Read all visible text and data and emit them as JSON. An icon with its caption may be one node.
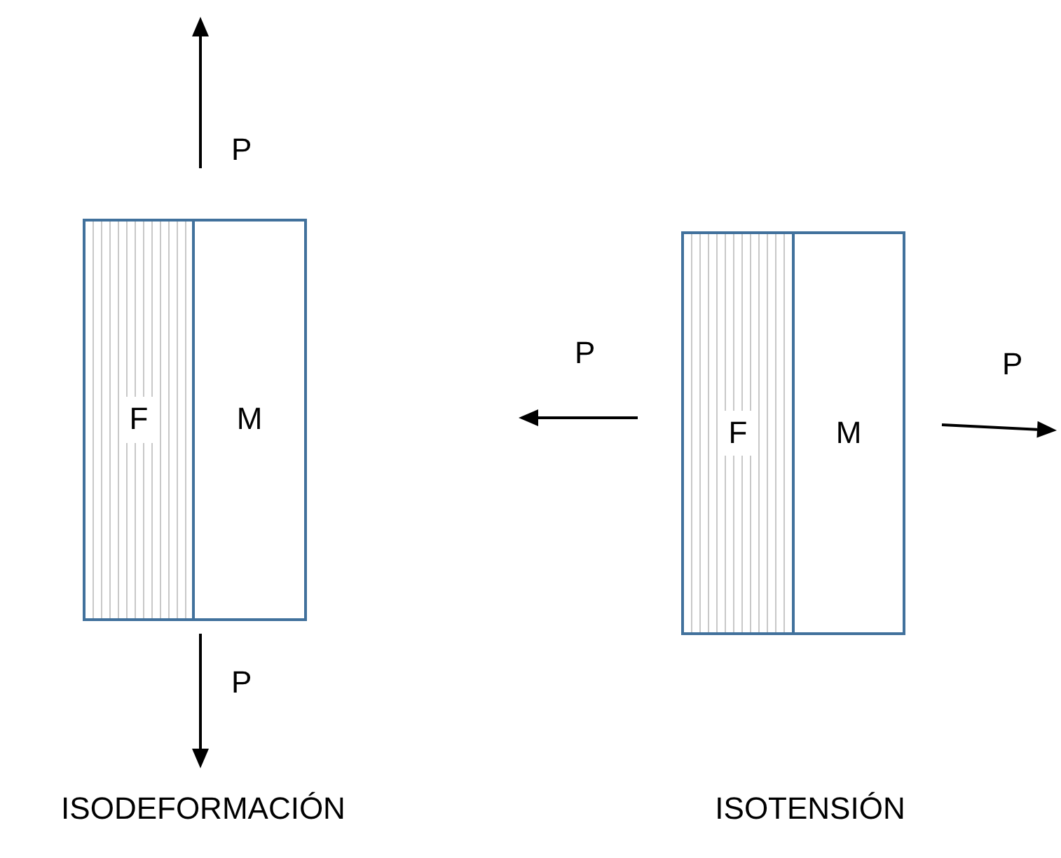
{
  "diagram": {
    "nodes": [
      {
        "text": [
          "F"
        ]
      },
      {
        "text": [
          "M"
        ]
      },
      {
        "text": [
          "F"
        ]
      },
      {
        "text": [
          "M"
        ]
      }
    ],
    "labels": [
      "P",
      "P",
      "P",
      "P",
      "ISODEFORMACIÓN",
      "ISOTENSIÓN"
    ]
  }
}
